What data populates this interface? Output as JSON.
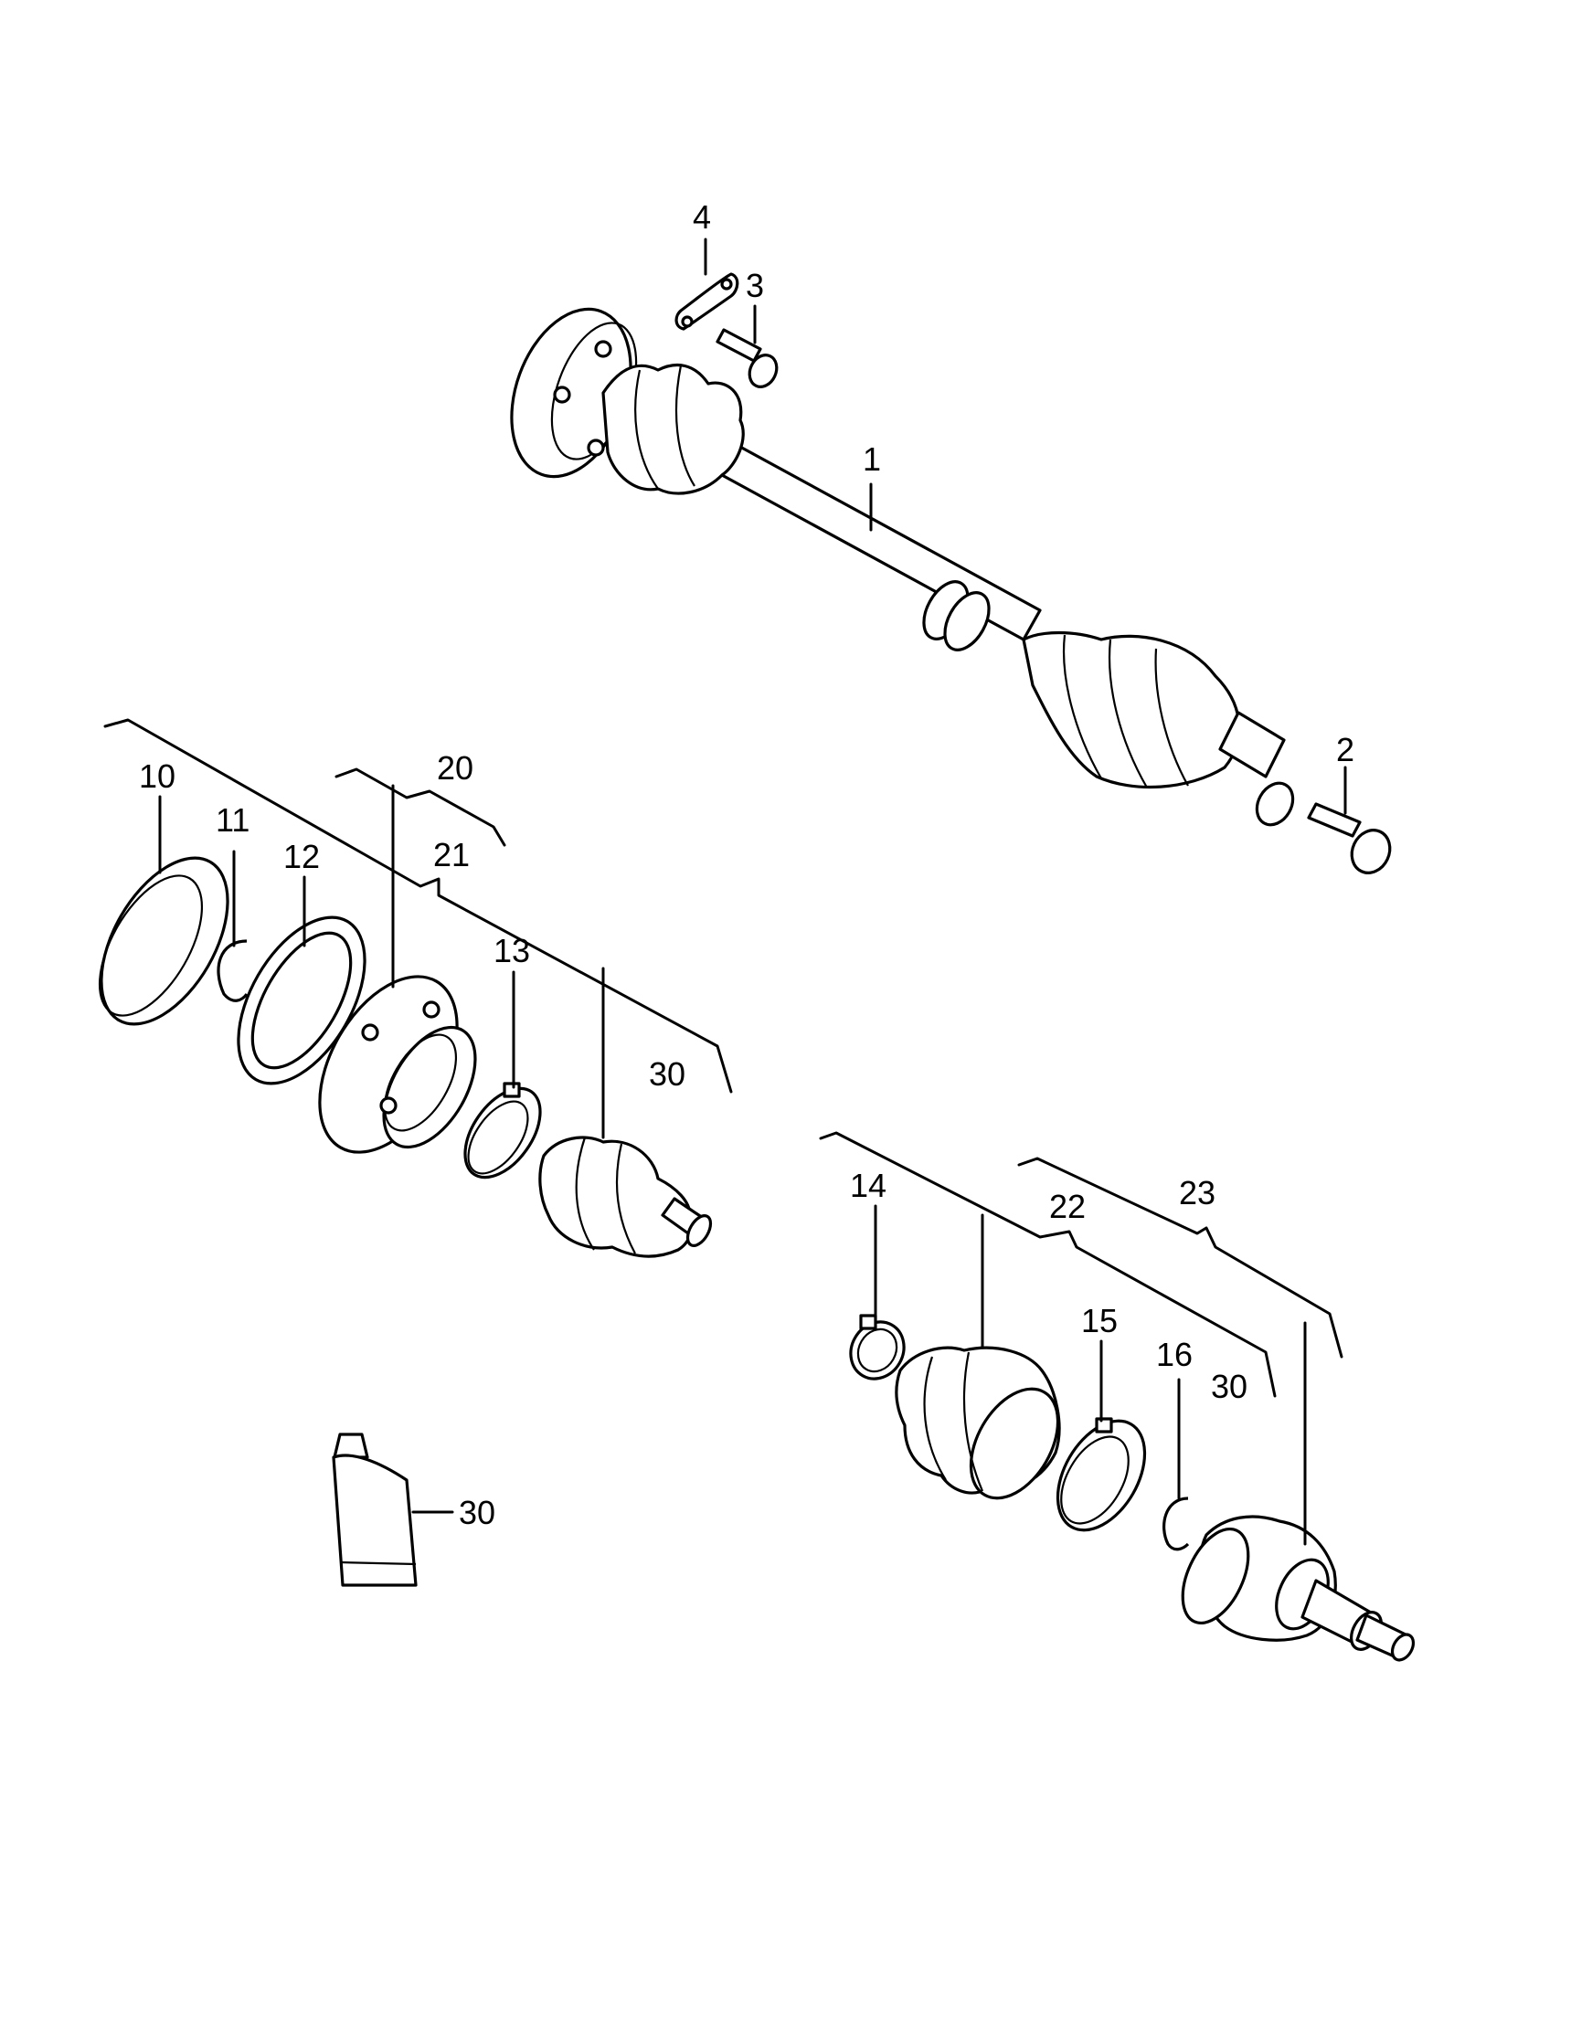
{
  "labels": {
    "l1": "1",
    "l2": "2",
    "l3": "3",
    "l4": "4",
    "l10": "10",
    "l11": "11",
    "l12": "12",
    "l13": "13",
    "l14": "14",
    "l15": "15",
    "l16": "16",
    "l20": "20",
    "l21": "21",
    "l22": "22",
    "l23": "23",
    "l30a": "30",
    "l30b": "30",
    "l30c": "30"
  },
  "parts": [
    {
      "id": "1",
      "icon": "drive-shaft-icon"
    },
    {
      "id": "2",
      "icon": "bolt-icon"
    },
    {
      "id": "3",
      "icon": "bolt-icon"
    },
    {
      "id": "4",
      "icon": "retaining-plate-icon"
    },
    {
      "id": "10",
      "icon": "cap-icon"
    },
    {
      "id": "11",
      "icon": "circlip-icon"
    },
    {
      "id": "12",
      "icon": "gasket-icon"
    },
    {
      "id": "13",
      "icon": "clamp-icon"
    },
    {
      "id": "14",
      "icon": "clamp-icon"
    },
    {
      "id": "15",
      "icon": "clamp-icon"
    },
    {
      "id": "16",
      "icon": "circlip-icon"
    },
    {
      "id": "20",
      "icon": "inner-joint-icon"
    },
    {
      "id": "22",
      "icon": "boot-icon"
    },
    {
      "id": "23",
      "icon": "outer-joint-icon"
    },
    {
      "id": "30",
      "icon": "grease-tube-icon"
    }
  ]
}
